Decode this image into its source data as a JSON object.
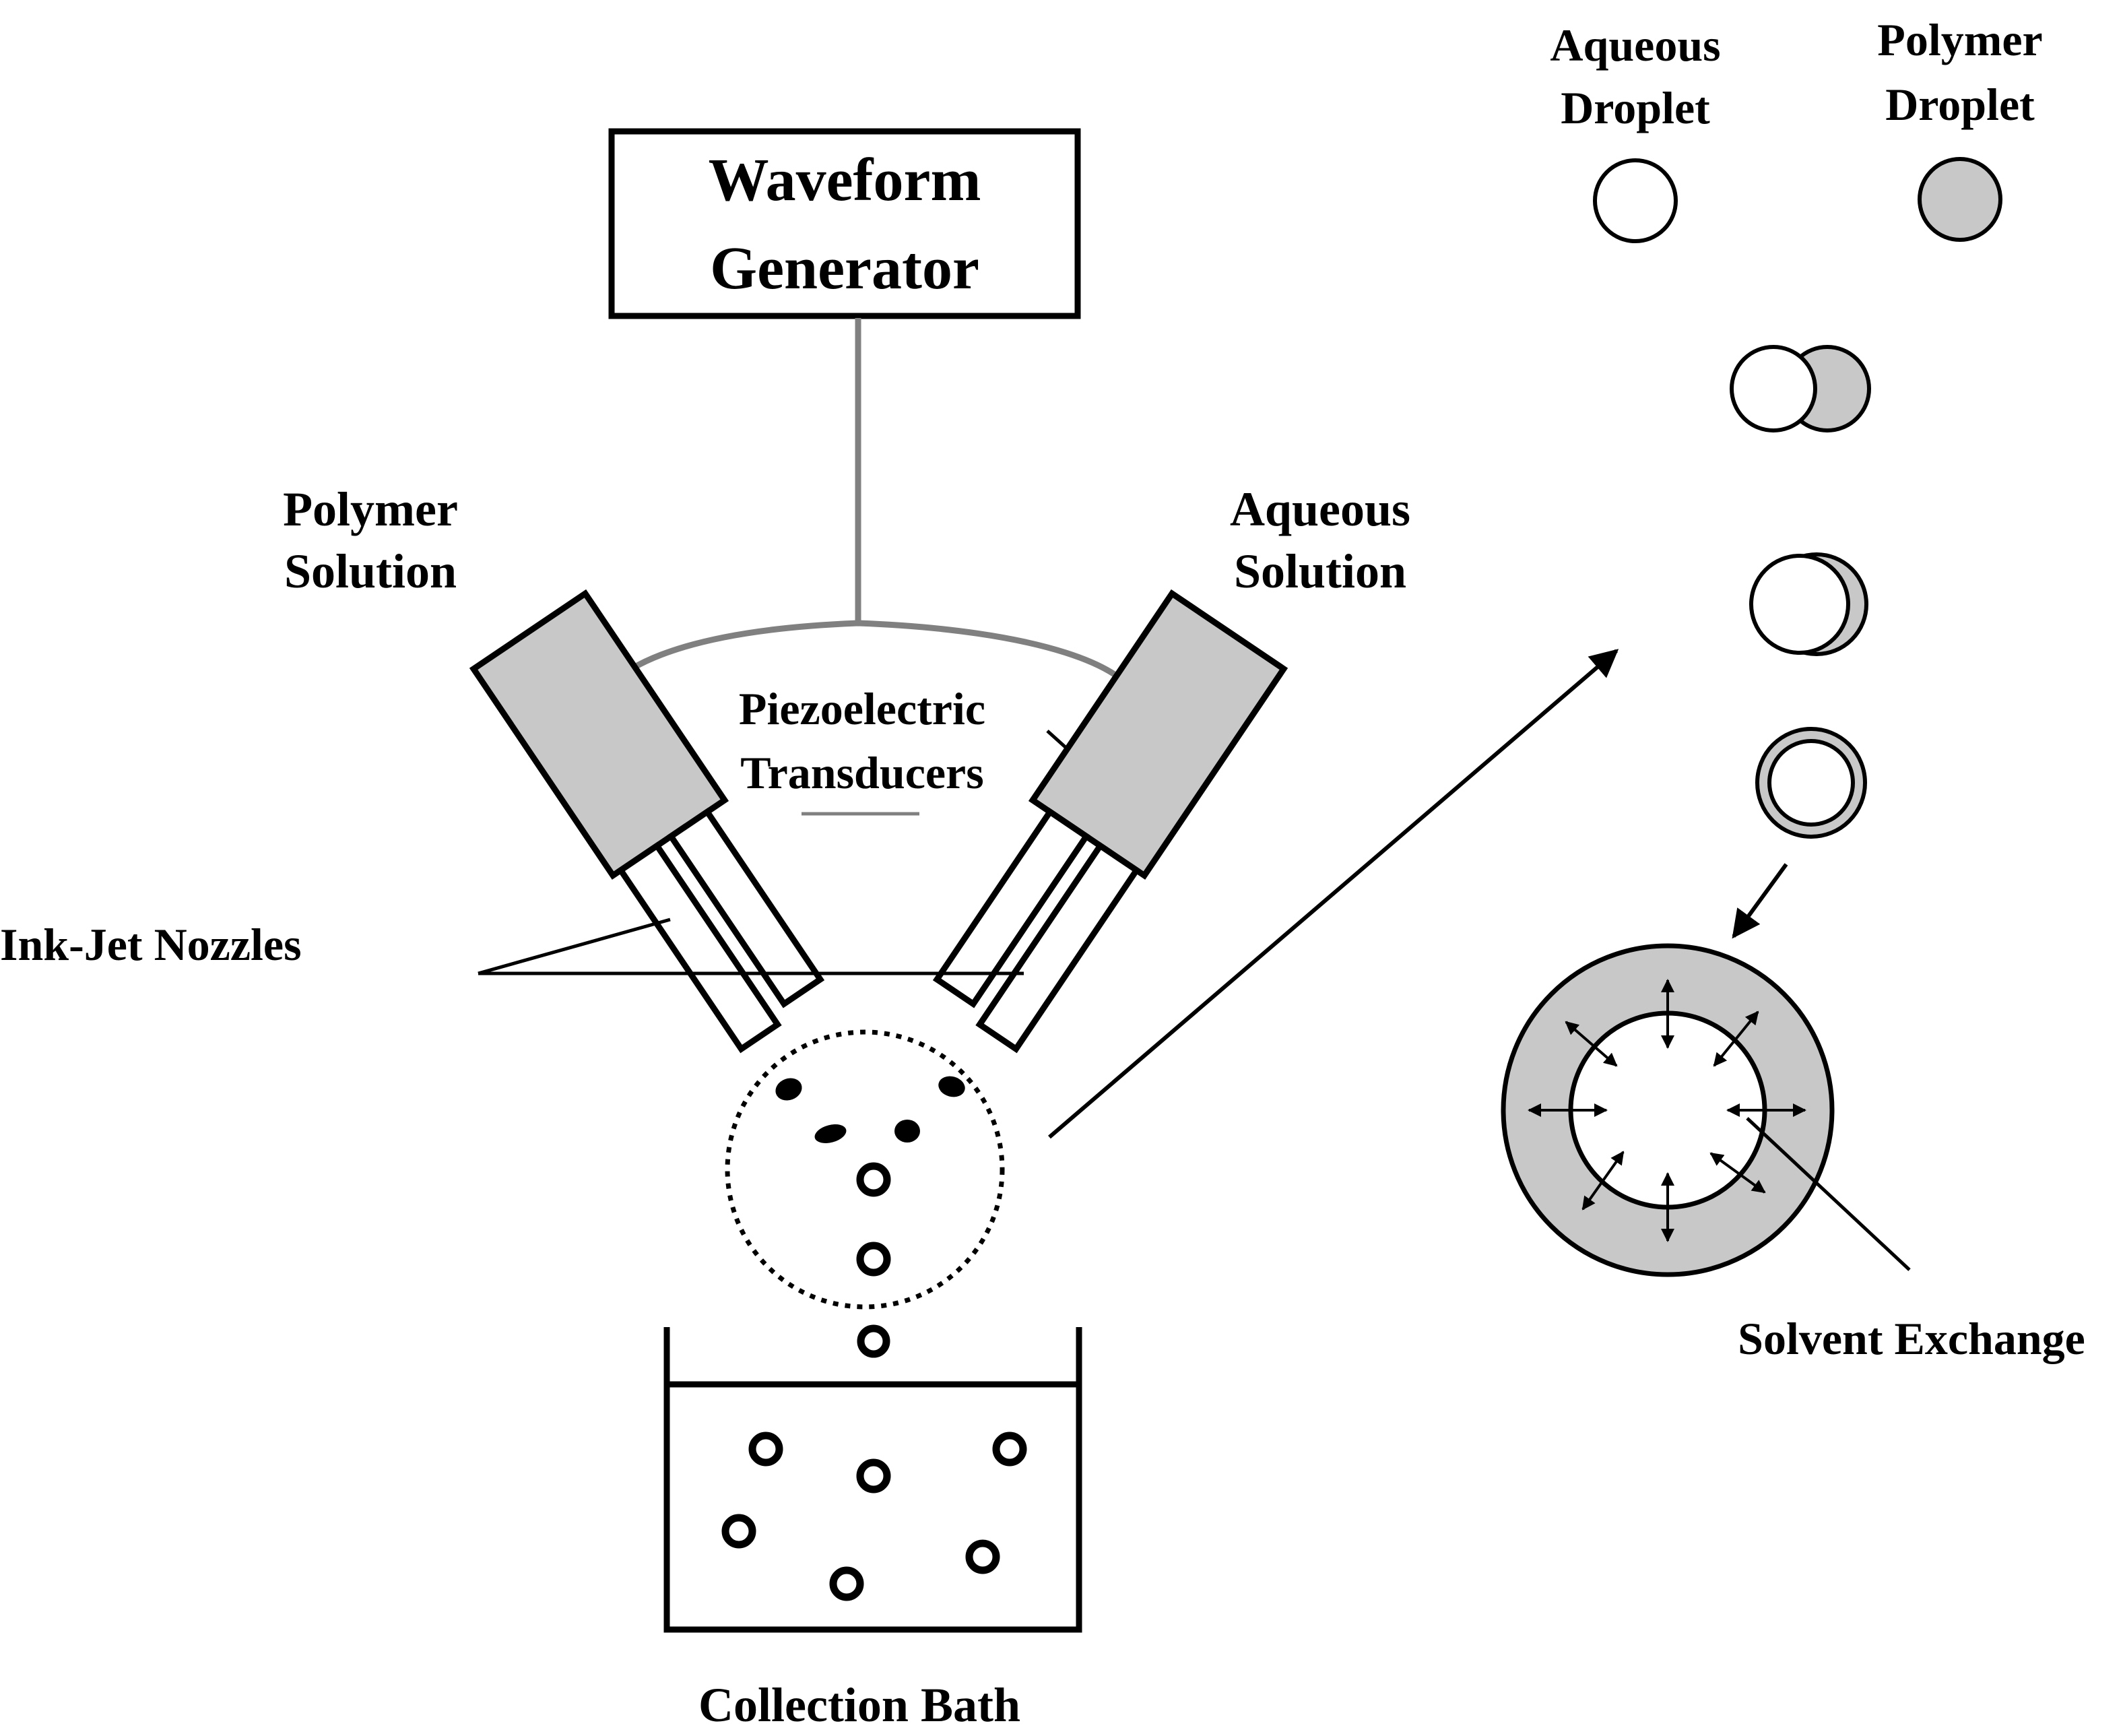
{
  "labels": {
    "waveform_line1": "Waveform",
    "waveform_line2": "Generator",
    "polymer_solution_line1": "Polymer",
    "polymer_solution_line2": "Solution",
    "aqueous_solution_line1": "Aqueous",
    "aqueous_solution_line2": "Solution",
    "piezo_line1": "Piezoelectric",
    "piezo_line2": "Transducers",
    "ink_jet_nozzles": "Ink-Jet Nozzles",
    "collection_bath": "Collection Bath",
    "aqueous_droplet_line1": "Aqueous",
    "aqueous_droplet_line2": "Droplet",
    "polymer_droplet_line1": "Polymer",
    "polymer_droplet_line2": "Droplet",
    "solvent_exchange": "Solvent Exchange"
  },
  "colors": {
    "ink": "#000000",
    "polymer_fill": "#c8c8c8",
    "wire": "#808080",
    "background": "#ffffff"
  }
}
